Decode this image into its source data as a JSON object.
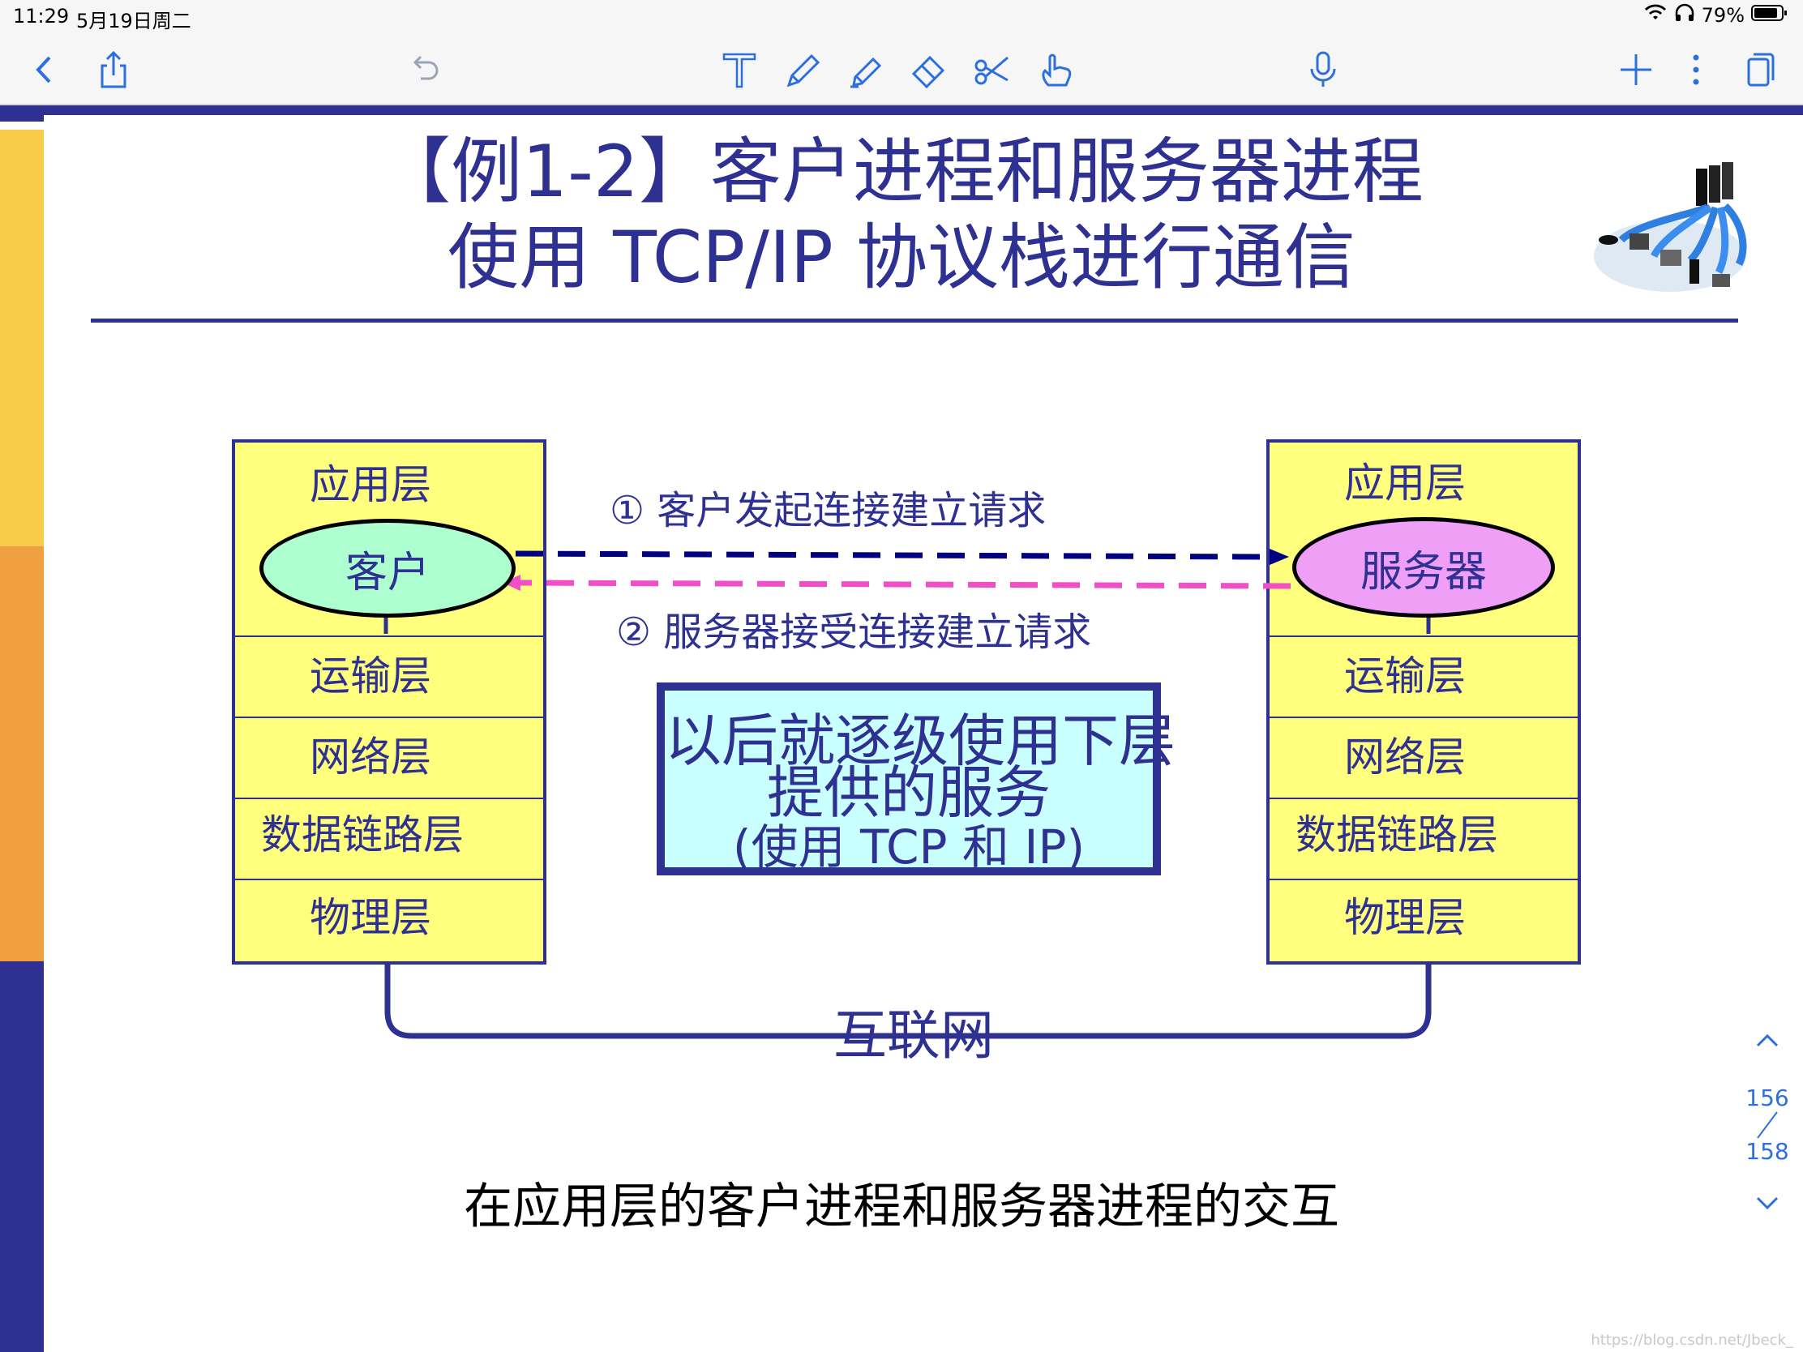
{
  "status_bar": {
    "time": "11:29",
    "date": "5月19日周二",
    "battery": "79%"
  },
  "toolbar": {
    "icons": [
      "back-icon",
      "share-icon",
      "undo-icon",
      "text-tool-icon",
      "pen-icon",
      "highlighter-icon",
      "eraser-icon",
      "scissors-icon",
      "hand-icon",
      "microphone-icon",
      "add-icon",
      "more-icon",
      "pages-icon"
    ]
  },
  "slide": {
    "title_line1": "【例1-2】客户进程和服务器进程",
    "title_line2": "使用 TCP/IP 协议栈进行通信",
    "left_stack": {
      "layers": [
        "应用层",
        "运输层",
        "网络层",
        "数据链路层",
        "物理层"
      ],
      "process": "客户"
    },
    "right_stack": {
      "layers": [
        "应用层",
        "运输层",
        "网络层",
        "数据链路层",
        "物理层"
      ],
      "process": "服务器"
    },
    "arrow1_label": "① 客户发起连接建立请求",
    "arrow2_label": "② 服务器接受连接建立请求",
    "box": {
      "line1": "以后就逐级使用下层",
      "line2": "提供的服务",
      "line3": "(使用 TCP 和 IP)"
    },
    "internet_label": "互联网",
    "caption": "在应用层的客户进程和服务器进程的交互",
    "colors": {
      "navy": "#2e3192",
      "stack_fill": "#ffff7d",
      "client_fill": "#adffcf",
      "server_fill": "#ef9ff5",
      "box_fill": "#c9ffff",
      "pink_arrow": "#f04fc8"
    }
  },
  "pager": {
    "current": "156",
    "total": "158"
  },
  "watermark": "https://blog.csdn.net/Jbeck_"
}
